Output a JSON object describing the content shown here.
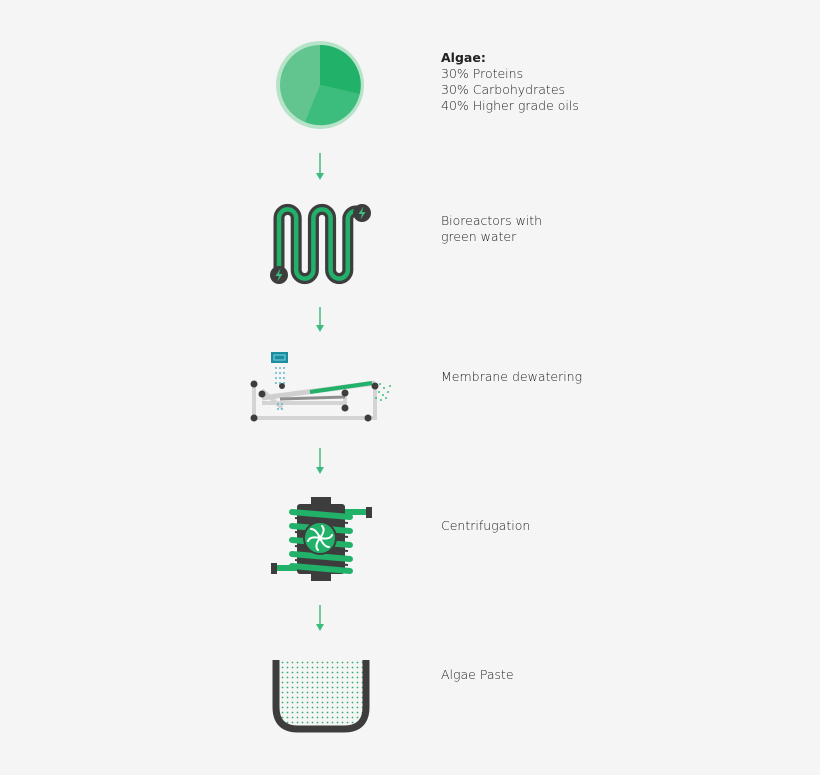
{
  "steps": [
    {
      "title": "Algae:",
      "lines": [
        "30% Proteins",
        "30% Carbohydrates",
        "40% Higher grade oils"
      ],
      "icon": "pie-chart-icon"
    },
    {
      "lines": [
        "Bioreactors with",
        "green water"
      ],
      "icon": "bioreactor-icon"
    },
    {
      "lines": [
        "Membrane dewatering"
      ],
      "icon": "membrane-dewatering-icon"
    },
    {
      "lines": [
        "Centrifugation"
      ],
      "icon": "centrifuge-icon"
    },
    {
      "lines": [
        "Algae Paste"
      ],
      "icon": "paste-container-icon"
    }
  ],
  "colors": {
    "green_dark": "#22b169",
    "green_mid": "#3dbd7d",
    "green_light": "#62c48f",
    "green_pale": "#b7e4c9",
    "charcoal": "#3d3d3d",
    "grey_light": "#d4d4d4",
    "teal": "#1b8da0",
    "background": "#f5f5f5"
  }
}
